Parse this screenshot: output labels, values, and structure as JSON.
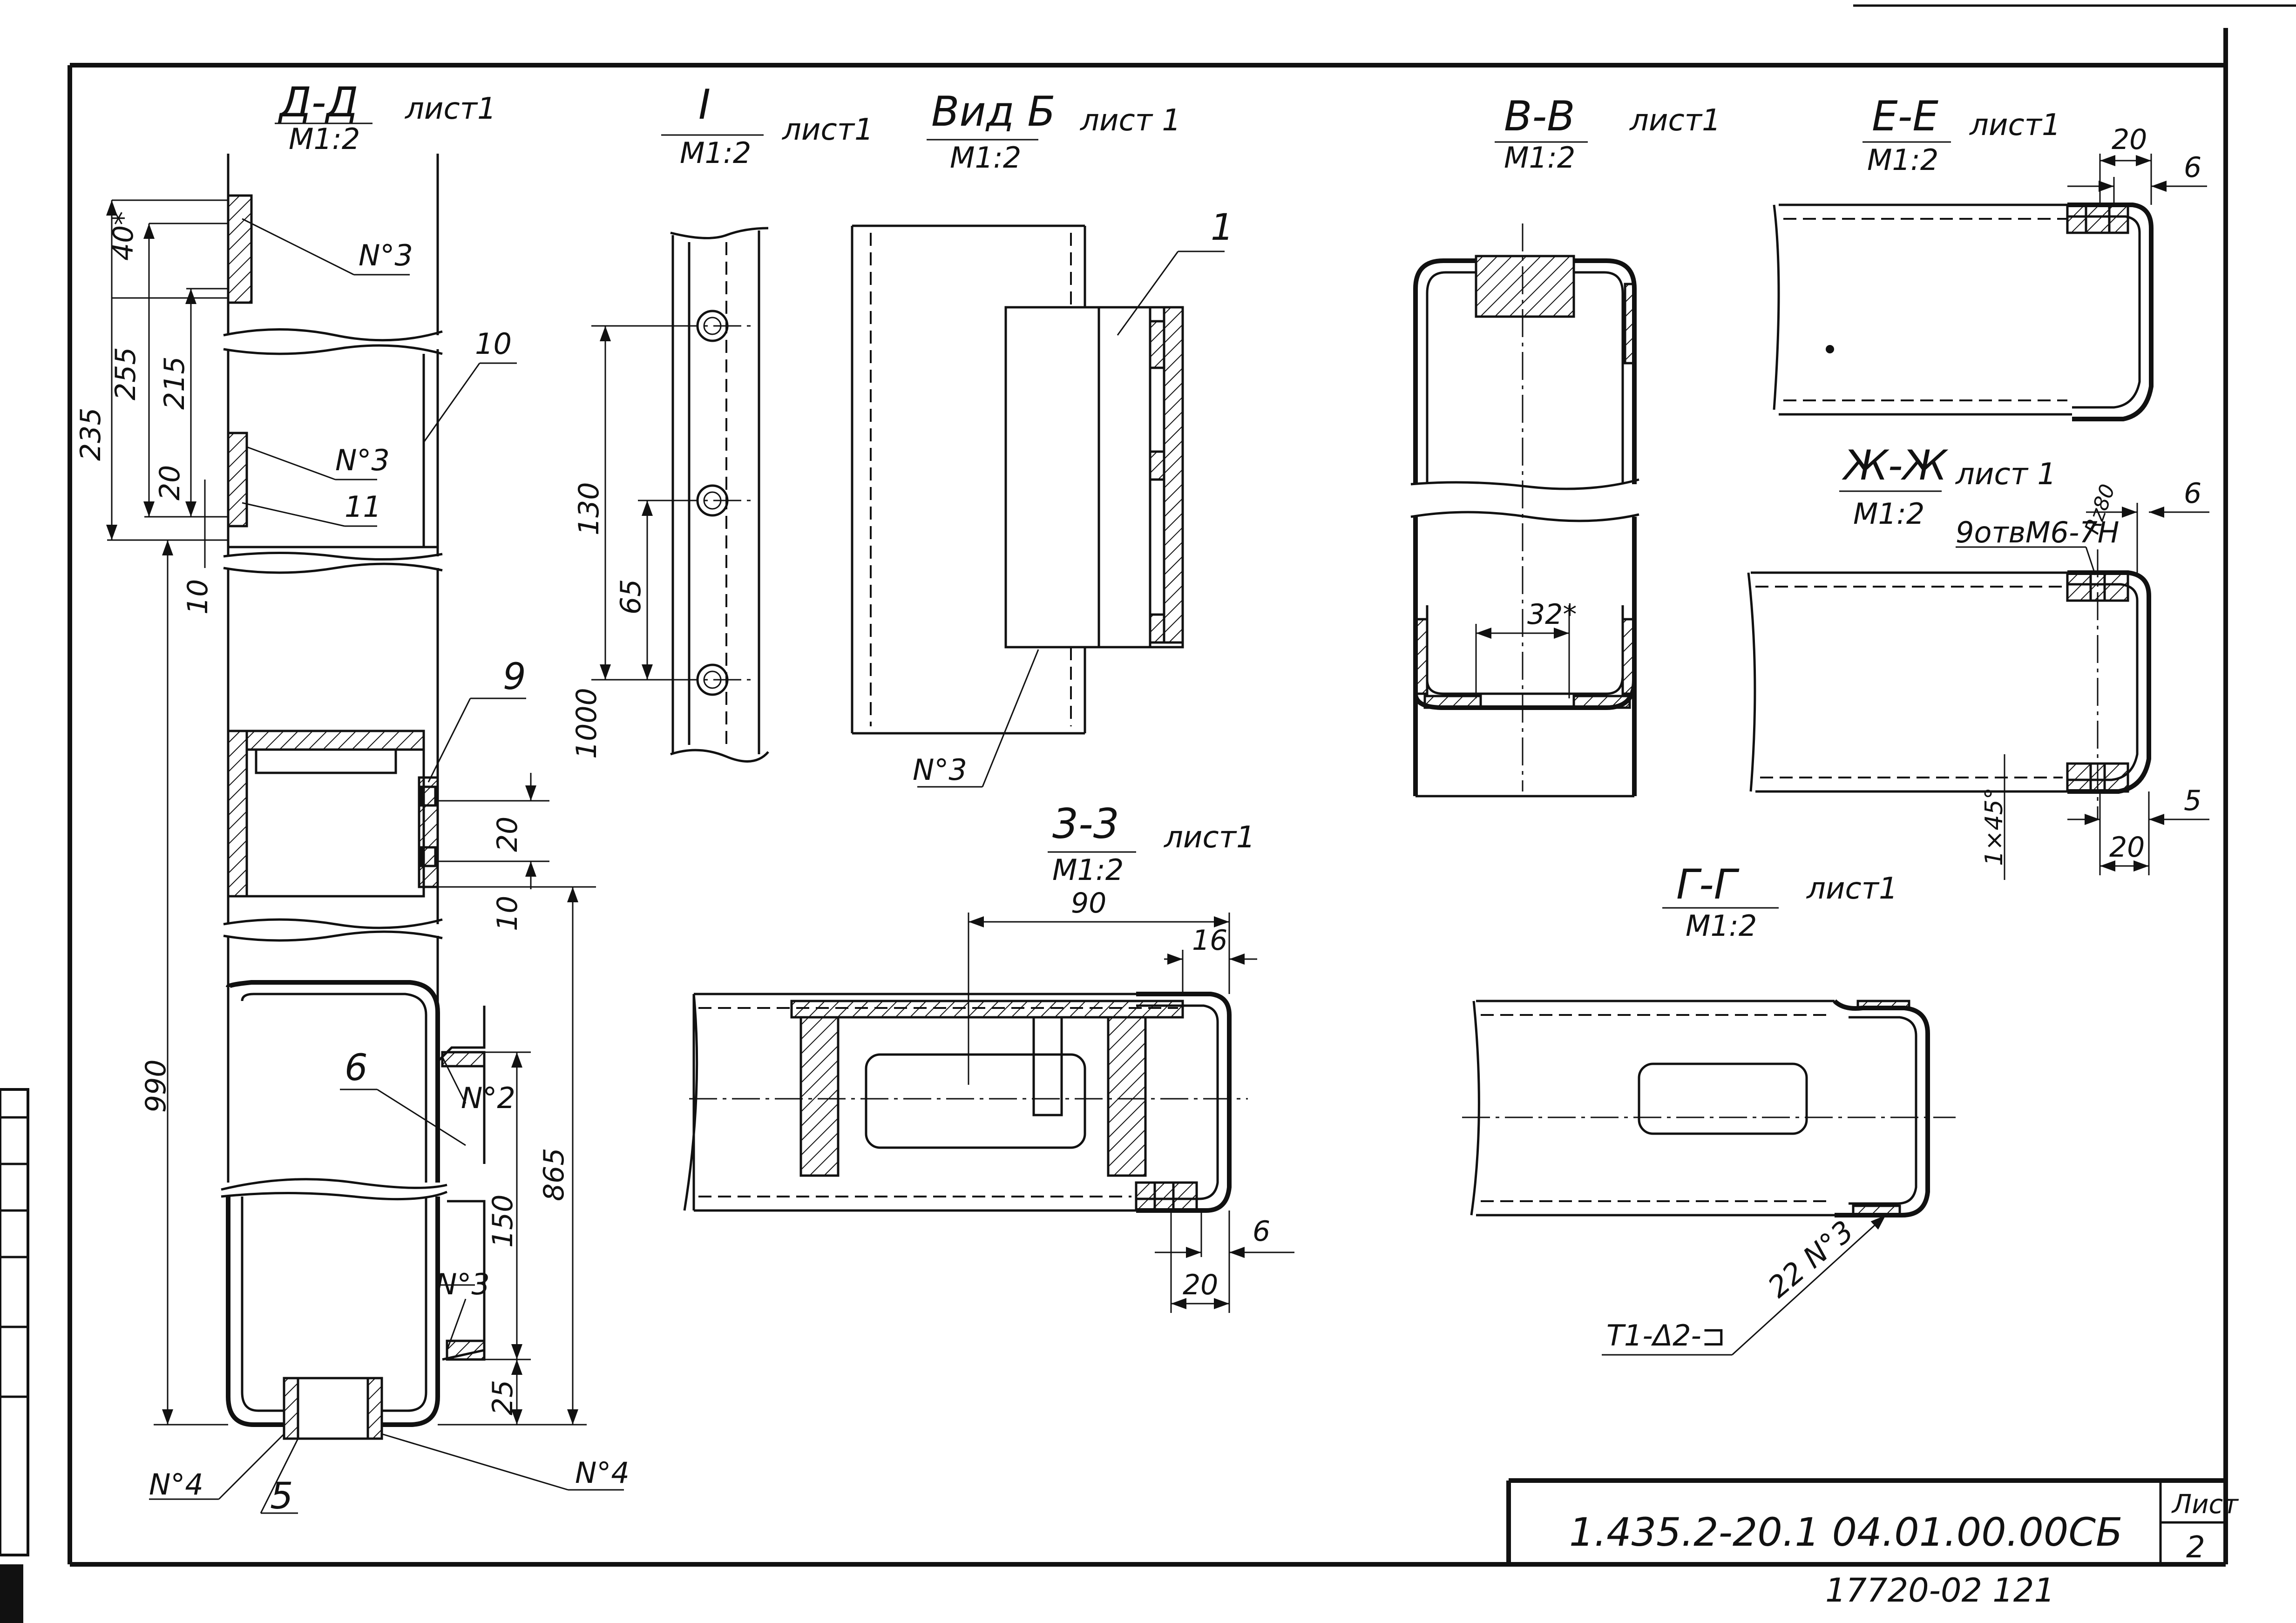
{
  "views": {
    "dd": {
      "title": "Д-Д",
      "scale": "М1:2",
      "sheet": "лист1"
    },
    "i": {
      "title": "I",
      "scale": "М1:2",
      "sheet": "лист1"
    },
    "vidb": {
      "title": "Вид Б",
      "scale": "М1:2",
      "sheet": "лист 1"
    },
    "vv": {
      "title": "В-В",
      "scale": "М1:2",
      "sheet": "лист1"
    },
    "ee": {
      "title": "Е-Е",
      "scale": "М1:2",
      "sheet": "лист1"
    },
    "zhzh": {
      "title": "Ж-Ж",
      "scale": "М1:2",
      "sheet": "лист 1"
    },
    "zz": {
      "title": "3-3",
      "scale": "М1:2",
      "sheet": "лист1"
    },
    "gg": {
      "title": "Г-Г",
      "scale": "М1:2",
      "sheet": "лист1"
    }
  },
  "dd_dims": {
    "d40": "40*",
    "d255": "255",
    "d215": "215",
    "d235": "235",
    "d20a": "20",
    "d10a": "10",
    "d990": "990",
    "d20b": "20",
    "d10b": "10",
    "d865": "865",
    "d150": "150",
    "d25": "25"
  },
  "dd_labels": {
    "n3a": "N°3",
    "n10": "10",
    "n3b": "N°3",
    "n11": "11",
    "n9": "9",
    "n6": "6",
    "n2": "N°2",
    "n3c": "N°3",
    "n4a": "N°4",
    "n5": "5",
    "n4b": "N°4"
  },
  "i_dims": {
    "d130": "130",
    "d65": "65",
    "d1000": "1000"
  },
  "vidb_labels": {
    "n1": "1",
    "n3": "N°3"
  },
  "vv_dims": {
    "d32": "32*"
  },
  "ee_dims": {
    "d20": "20",
    "d6": "6"
  },
  "zhzh": {
    "holes": "9отвМ6-7Н",
    "rough": "Rz80",
    "d6": "6",
    "d5": "5",
    "d20": "20",
    "chamfer": "1×45°"
  },
  "zz_dims": {
    "d90": "90",
    "d16": "16",
    "d6": "6",
    "d20": "20"
  },
  "gg": {
    "weld": "22 N°3",
    "weld_symbol": "Т1-Δ2-⊐"
  },
  "title_block": {
    "doc_number": "1.435.2-20.1 04.01.00.00СБ",
    "sheet_label": "Лист",
    "sheet_number": "2",
    "archive_number": "17720-02 121"
  }
}
